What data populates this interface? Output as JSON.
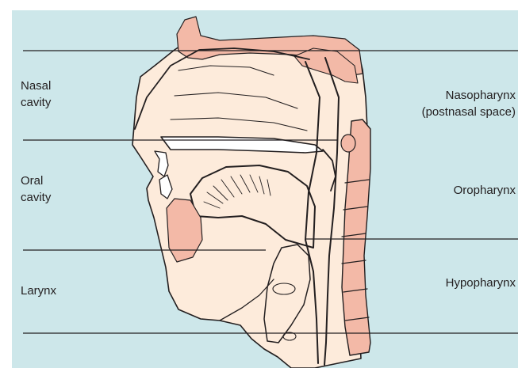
{
  "figure": {
    "colors": {
      "background": "#cde7ea",
      "skin": "#fdebdb",
      "bone": "#f3b9a7",
      "outline": "#231f20"
    },
    "left_labels": [
      {
        "line1": "Nasal",
        "line2": "cavity"
      },
      {
        "line1": "Oral",
        "line2": "cavity"
      },
      {
        "line1": "Larynx",
        "line2": ""
      }
    ],
    "right_labels": [
      {
        "line1": "Nasopharynx",
        "line2": "(postnasal space)"
      },
      {
        "line1": "Oropharynx",
        "line2": ""
      },
      {
        "line1": "Hypopharynx",
        "line2": ""
      }
    ]
  }
}
